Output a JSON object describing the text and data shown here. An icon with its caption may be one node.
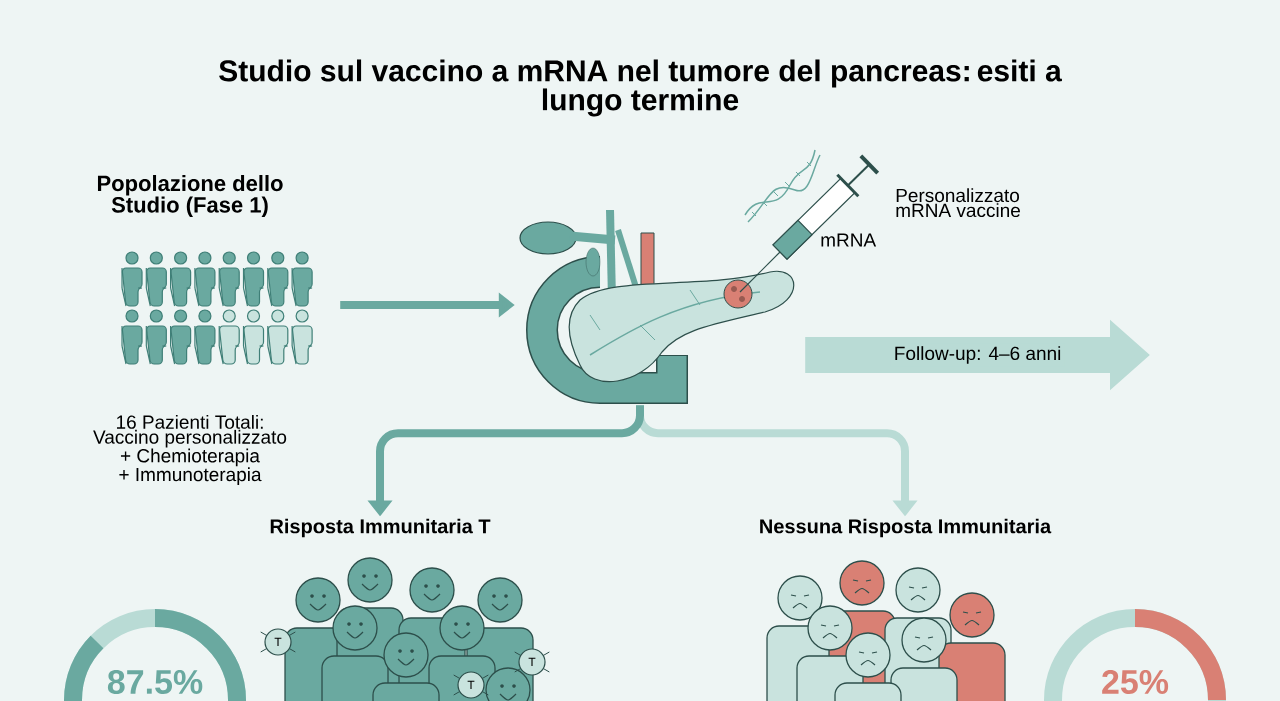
{
  "diagram": {
    "title": "Studio sul vaccino a mRNA nel tumore del pancreas: esiti a lungo termine",
    "nodes": [
      {
        "text": [
          "Popolazione dello Studio (Fase 1)",
          "16 Pazienti Totali: Vaccino personalizzato + Chemioterapia + Immunoterapia"
        ]
      },
      {
        "text": [],
        "shape": "picture"
      },
      {
        "text": [
          "Risposta Immunitaria T"
        ]
      },
      {
        "text": [
          "Nessuna Risposta Immunitaria"
        ]
      }
    ],
    "edges": [
      {
        "from": 0,
        "to": 1,
        "arrow": "to"
      },
      {
        "from": 1,
        "to": 2,
        "arrow": "to"
      },
      {
        "from": 1,
        "to": 3,
        "arrow": "to",
        "color": "#b9dbd5"
      },
      {
        "from": 1,
        "to": null,
        "arrow": "to",
        "label": "Follow-up: 4–6 anni",
        "style": "thick",
        "color": "#b9dbd5"
      }
    ],
    "labels": [
      "mRNA",
      "Personalizzato mRNA vaccine",
      "T",
      "T",
      "T",
      "87.5%",
      "25%"
    ]
  }
}
